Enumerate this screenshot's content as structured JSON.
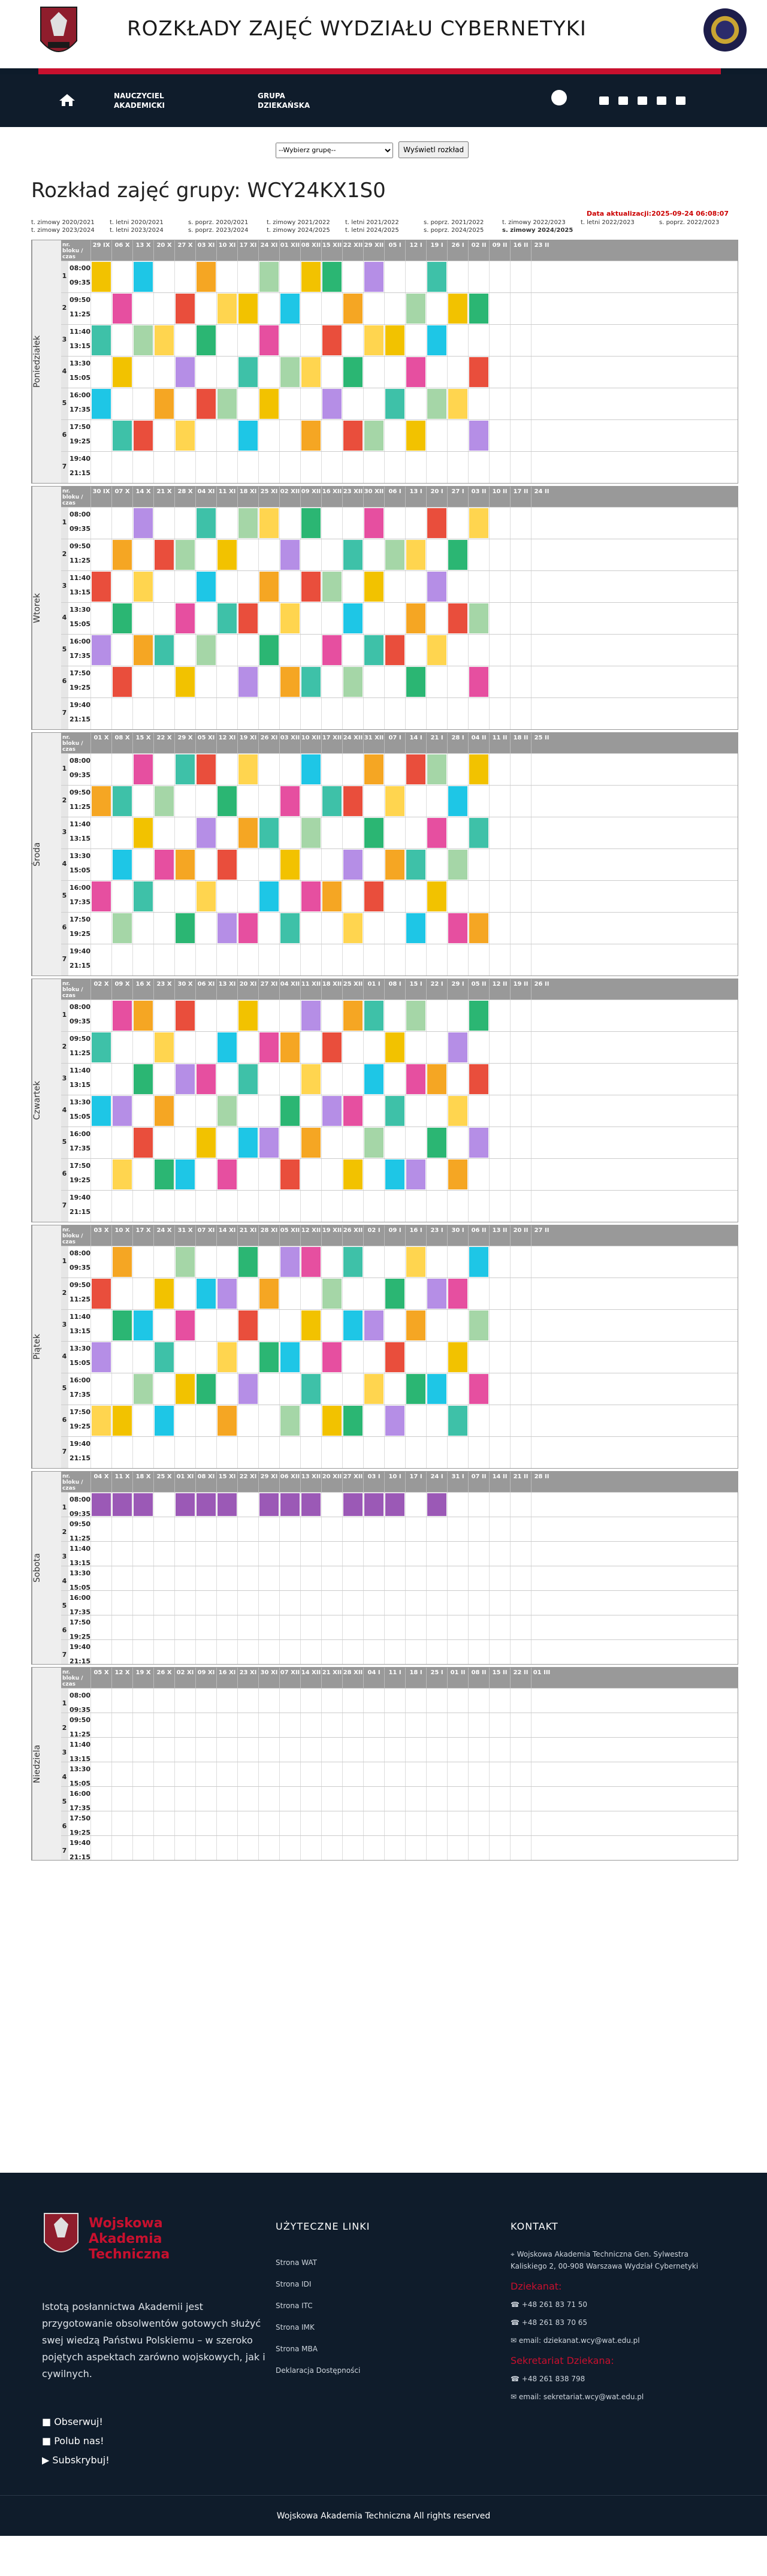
{
  "header": {
    "title": "ROZKŁADY ZAJĘĆ WYDZIAŁU CYBERNETYKI"
  },
  "nav": {
    "teachers": "NAUCZYCIEL AKADEMICKI",
    "dean_group": "GRUPA DZIEKAŃSKA"
  },
  "selector": {
    "placeholder": "--Wybierz grupę--",
    "button": "Wyświetl rozkład"
  },
  "page": {
    "title": "Rozkład zajęć grupy: WCY24KX1S0",
    "updated": "Data aktualizacji:2025-09-24 06:08:07"
  },
  "semesters": [
    "t. zimowy 2020/2021",
    "t. letni 2020/2021",
    "s. poprz. 2020/2021",
    "t. zimowy 2021/2022",
    "t. letni 2021/2022",
    "s. poprz. 2021/2022",
    "t. zimowy 2022/2023",
    "t. letni 2022/2023",
    "s. poprz. 2022/2023",
    "t. zimowy 2023/2024",
    "t. letni 2023/2024",
    "s. poprz. 2023/2024",
    "t. zimowy 2024/2025",
    "t. letni 2024/2025",
    "s. poprz. 2024/2025",
    "s. zimowy 2024/2025"
  ],
  "grid_labels": {
    "block": "nr. bloku / czas"
  },
  "days": [
    {
      "name": "Poniedziałek",
      "dates": [
        "29 IX",
        "06 X",
        "13 X",
        "20 X",
        "27 X",
        "03 XI",
        "10 XI",
        "17 XI",
        "24 XI",
        "01 XII",
        "08 XII",
        "15 XII",
        "22 XII",
        "29 XII",
        "05 I",
        "12 I",
        "19 I",
        "26 I",
        "02 II",
        "09 II",
        "16 II",
        "23 II"
      ]
    },
    {
      "name": "Wtorek",
      "dates": [
        "30 IX",
        "07 X",
        "14 X",
        "21 X",
        "28 X",
        "04 XI",
        "11 XI",
        "18 XI",
        "25 XI",
        "02 XII",
        "09 XII",
        "16 XII",
        "23 XII",
        "30 XII",
        "06 I",
        "13 I",
        "20 I",
        "27 I",
        "03 II",
        "10 II",
        "17 II",
        "24 II"
      ]
    },
    {
      "name": "Środa",
      "dates": [
        "01 X",
        "08 X",
        "15 X",
        "22 X",
        "29 X",
        "05 XI",
        "12 XI",
        "19 XI",
        "26 XI",
        "03 XII",
        "10 XII",
        "17 XII",
        "24 XII",
        "31 XII",
        "07 I",
        "14 I",
        "21 I",
        "28 I",
        "04 II",
        "11 II",
        "18 II",
        "25 II"
      ]
    },
    {
      "name": "Czwartek",
      "dates": [
        "02 X",
        "09 X",
        "16 X",
        "23 X",
        "30 X",
        "06 XI",
        "13 XI",
        "20 XI",
        "27 XI",
        "04 XII",
        "11 XII",
        "18 XII",
        "25 XII",
        "01 I",
        "08 I",
        "15 I",
        "22 I",
        "29 I",
        "05 II",
        "12 II",
        "19 II",
        "26 II"
      ]
    },
    {
      "name": "Piątek",
      "dates": [
        "03 X",
        "10 X",
        "17 X",
        "24 X",
        "31 X",
        "07 XI",
        "14 XI",
        "21 XI",
        "28 XI",
        "05 XII",
        "12 XII",
        "19 XII",
        "26 XII",
        "02 I",
        "09 I",
        "16 I",
        "23 I",
        "30 I",
        "06 II",
        "13 II",
        "20 II",
        "27 II"
      ]
    },
    {
      "name": "Sobota",
      "dates": [
        "04 X",
        "11 X",
        "18 X",
        "25 X",
        "01 XI",
        "08 XI",
        "15 XI",
        "22 XI",
        "29 XI",
        "06 XII",
        "13 XII",
        "20 XII",
        "27 XII",
        "03 I",
        "10 I",
        "17 I",
        "24 I",
        "31 I",
        "07 II",
        "14 II",
        "21 II",
        "28 II"
      ]
    },
    {
      "name": "Niedziela",
      "dates": [
        "05 X",
        "12 X",
        "19 X",
        "26 X",
        "02 XI",
        "09 XI",
        "16 XI",
        "23 XI",
        "30 XI",
        "07 XII",
        "14 XII",
        "21 XII",
        "28 XII",
        "04 I",
        "11 I",
        "18 I",
        "25 I",
        "01 II",
        "08 II",
        "15 II",
        "22 II",
        "01 III"
      ]
    }
  ],
  "slots": [
    {
      "n": "1",
      "t1": "08:00",
      "t2": "09:35"
    },
    {
      "n": "2",
      "t1": "09:50",
      "t2": "11:25"
    },
    {
      "n": "3",
      "t1": "11:40",
      "t2": "13:15"
    },
    {
      "n": "4",
      "t1": "13:30",
      "t2": "15:05"
    },
    {
      "n": "5",
      "t1": "16:00",
      "t2": "17:35"
    },
    {
      "n": "6",
      "t1": "17:50",
      "t2": "19:25"
    },
    {
      "n": "7",
      "t1": "19:40",
      "t2": "21:15"
    }
  ],
  "colors": {
    "nav": "#0f1c2b",
    "accent": "#c8102e",
    "header_row": "#999999"
  },
  "footer": {
    "name": "Wojskowa Akademia Techniczna",
    "desc": "Istotą posłannictwa Akademii jest przygotowanie obsolwentów gotowych służyć swej wiedzą Państwu Polskiemu – w szeroko pojętych aspektach zarówno wojskowych, jak i cywilnych.",
    "social": [
      "Obserwuj!",
      "Polub nas!",
      "Subskrybuj!"
    ],
    "links_title": "UŻYTECZNE LINKI",
    "links": [
      "Strona WAT",
      "Strona IDI",
      "Strona ITC",
      "Strona IMK",
      "Strona MBA",
      "Deklaracja Dostępności"
    ],
    "contact_title": "KONTAKT",
    "address": "Wojskowa Akademia Techniczna Gen. Sylwestra Kaliskiego 2, 00-908 Warszawa Wydział Cybernetyki",
    "dean_title": "Dziekanat:",
    "dean_phone1": "+48 261 83 71 50",
    "dean_phone2": "+48 261 83 70 65",
    "dean_email": "email: dziekanat.wcy@wat.edu.pl",
    "sec_title": "Sekretariat Dziekana:",
    "sec_phone": "+48 261 838 798",
    "sec_email": "email: sekretariat.wcy@wat.edu.pl",
    "copyright": "Wojskowa Akademia Techniczna All rights reserved"
  }
}
